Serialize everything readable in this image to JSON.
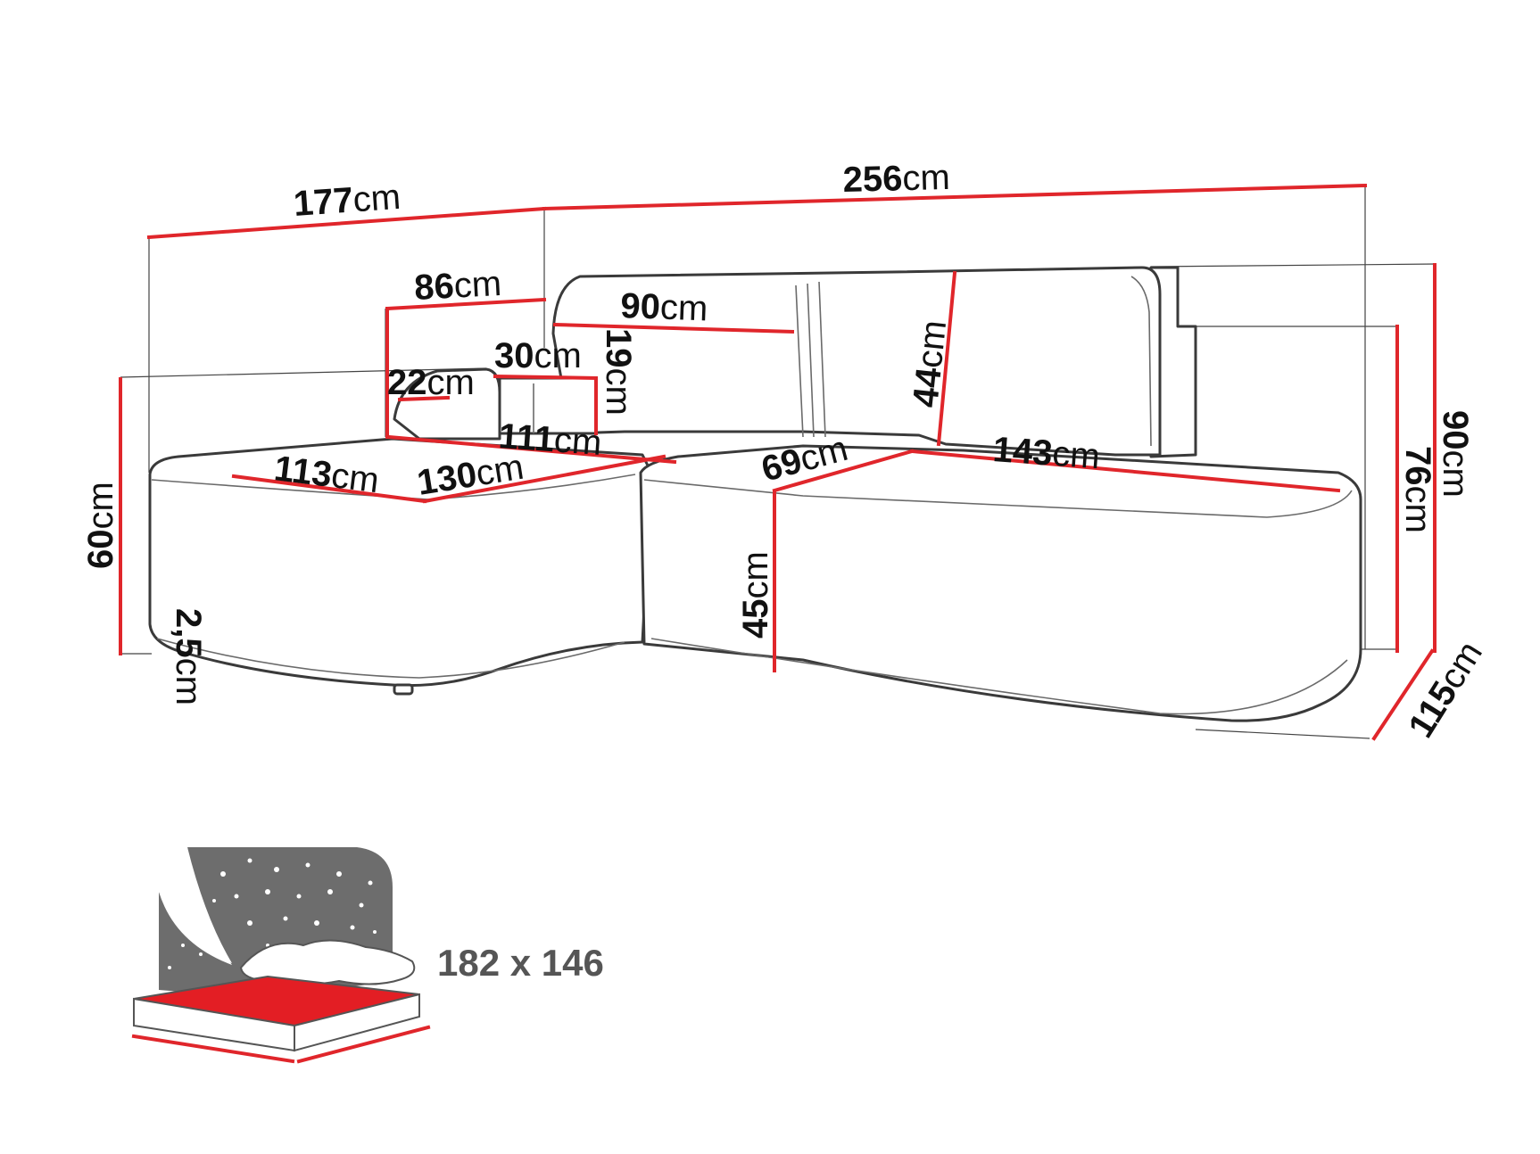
{
  "dimensions": {
    "d177": {
      "value": "177",
      "unit": "cm"
    },
    "d256": {
      "value": "256",
      "unit": "cm"
    },
    "d86": {
      "value": "86",
      "unit": "cm"
    },
    "d90w": {
      "value": "90",
      "unit": "cm"
    },
    "d30": {
      "value": "30",
      "unit": "cm"
    },
    "d19": {
      "value": "19",
      "unit": "cm"
    },
    "d22": {
      "value": "22",
      "unit": "cm"
    },
    "d111": {
      "value": "111",
      "unit": "cm"
    },
    "d44": {
      "value": "44",
      "unit": "cm"
    },
    "d113": {
      "value": "113",
      "unit": "cm"
    },
    "d130": {
      "value": "130",
      "unit": "cm"
    },
    "d69": {
      "value": "69",
      "unit": "cm"
    },
    "d143": {
      "value": "143",
      "unit": "cm"
    },
    "d60": {
      "value": "60",
      "unit": "cm"
    },
    "d45": {
      "value": "45",
      "unit": "cm"
    },
    "d25": {
      "value": "2,5",
      "unit": "cm"
    },
    "d76": {
      "value": "76",
      "unit": "cm"
    },
    "d90h": {
      "value": "90",
      "unit": "cm"
    },
    "d115": {
      "value": "115",
      "unit": "cm"
    }
  },
  "bed": {
    "label": "182 x 146"
  },
  "colors": {
    "dimension_line": "#e0262b",
    "outline": "#3a3a3a",
    "bed_mattress": "#e31e24",
    "bed_headboard": "#6d6d6d"
  }
}
